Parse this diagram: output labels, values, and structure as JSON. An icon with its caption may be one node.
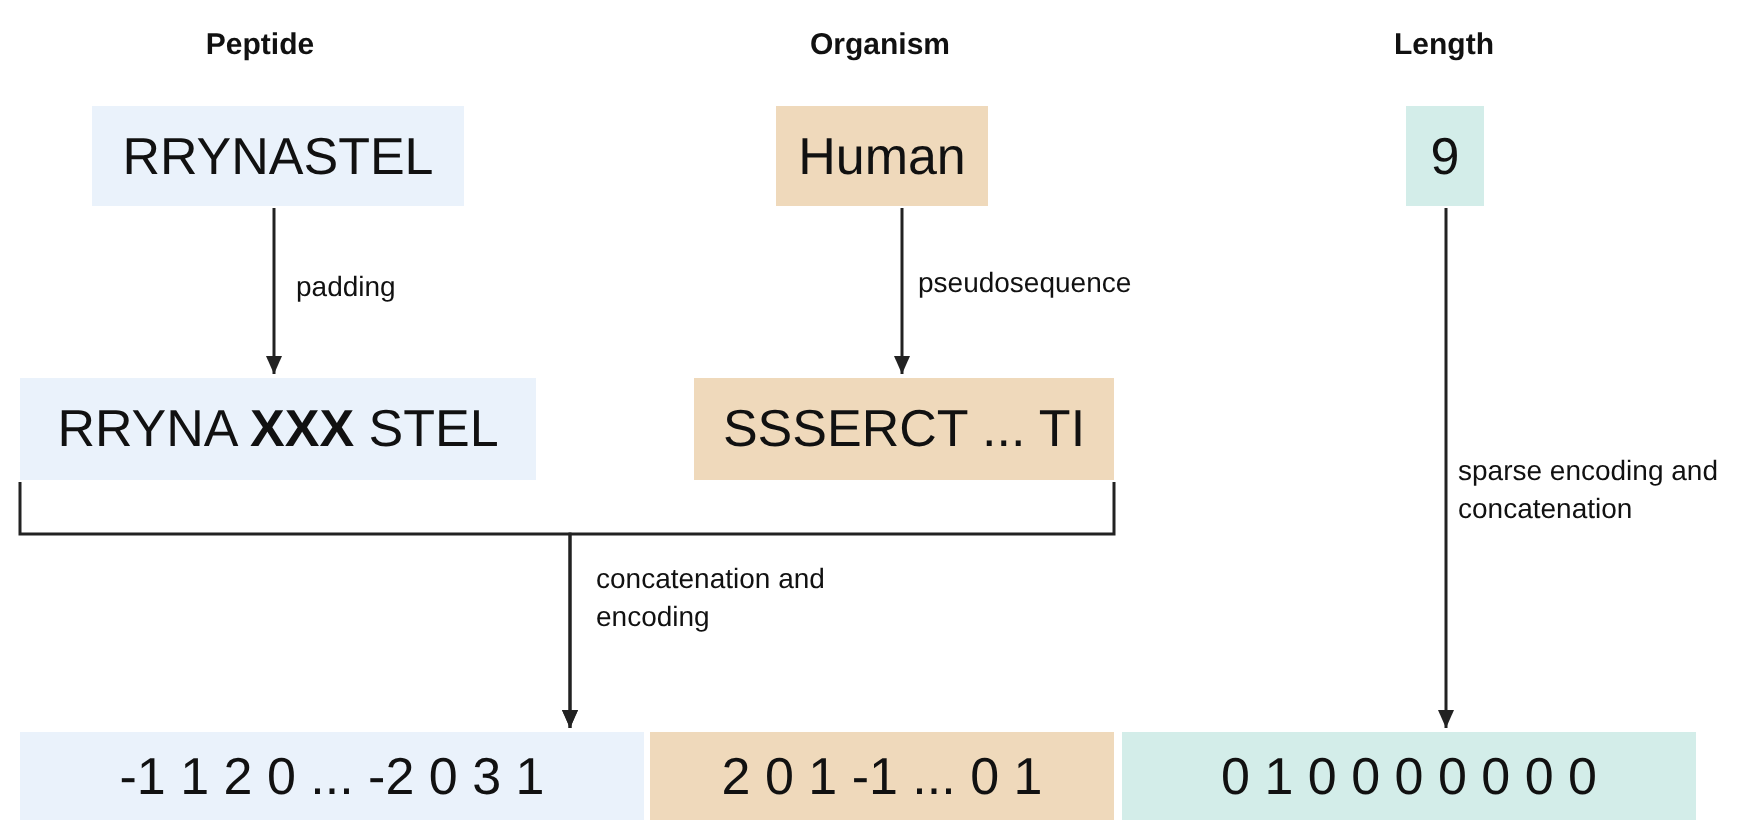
{
  "diagram": {
    "nodes": [
      {
        "text": [
          "RRYNASTEL"
        ]
      },
      {
        "text": [
          "Human"
        ]
      },
      {
        "text": [
          "9"
        ]
      },
      {
        "text": [
          "RRYNA **XXX** STEL"
        ]
      },
      {
        "text": [
          "SSSERCT ... TI"
        ]
      },
      {
        "text": [
          "-1 1 2 0 ... -2 0 3 1"
        ]
      },
      {
        "text": [
          "2 0 1 -1 ... 0 1"
        ]
      },
      {
        "text": [
          "0 1 0 0 0 0 0 0 0"
        ]
      }
    ],
    "edges": [
      {
        "from": 0,
        "to": 3,
        "arrow": "to",
        "label": "padding"
      },
      {
        "from": 1,
        "to": 4,
        "arrow": "to",
        "label": "pseudosequence"
      },
      {
        "from": 2,
        "to": 7,
        "arrow": "to",
        "label": "sparse encoding and concatenation"
      },
      {
        "from": 3,
        "to": 5,
        "arrow": "to",
        "label": "concatenation and encoding"
      },
      {
        "from": 4,
        "to": 5,
        "arrow": "to"
      }
    ],
    "labels": [
      "Peptide",
      "Organism",
      "Length"
    ]
  }
}
